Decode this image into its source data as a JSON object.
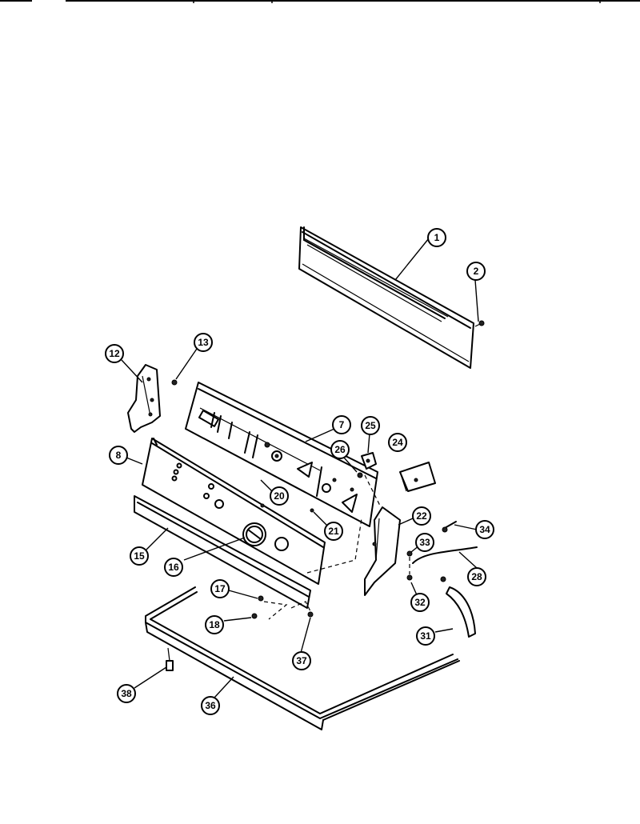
{
  "callouts": {
    "c1": "1",
    "c2": "2",
    "c7": "7",
    "c8": "8",
    "c12": "12",
    "c13": "13",
    "c15": "15",
    "c16": "16",
    "c17": "17",
    "c18": "18",
    "c20": "20",
    "c21": "21",
    "c22": "22",
    "c24": "24",
    "c25": "25",
    "c26": "26",
    "c28": "28",
    "c31": "31",
    "c32": "32",
    "c33": "33",
    "c34": "34",
    "c36": "36",
    "c37": "37",
    "c38": "38"
  }
}
